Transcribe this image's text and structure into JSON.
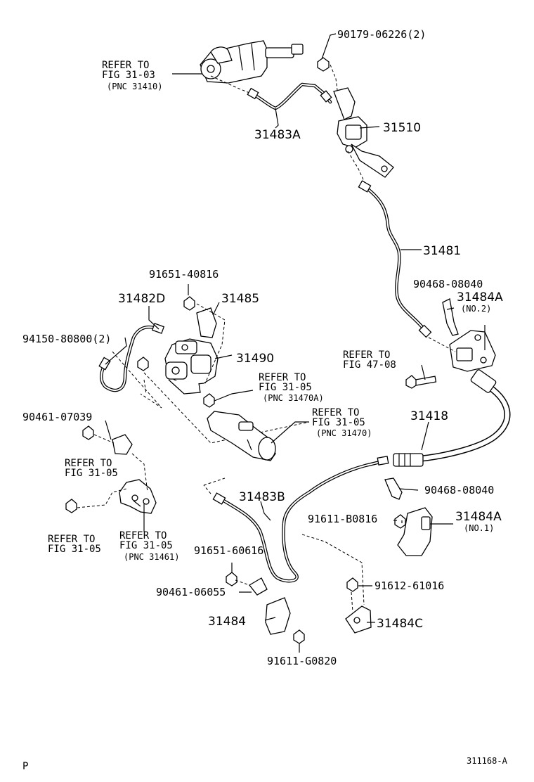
{
  "labels": {
    "p90179": "90179-06226(2)",
    "p31510": "31510",
    "p31483A": "31483A",
    "p31481": "31481",
    "p90468a": "90468-08040",
    "p31484A_no2": "31484A",
    "no2": "(NO.2)",
    "p91651_40816": "91651-40816",
    "p31482D": "31482D",
    "p31485": "31485",
    "p94150": "94150-80800(2)",
    "p31490": "31490",
    "p90461_07039": "90461-07039",
    "p31418": "31418",
    "p31483B": "31483B",
    "p90468b": "90468-08040",
    "p91611_B0816": "91611-B0816",
    "p31484A_no1": "31484A",
    "no1": "(NO.1)",
    "p91651_60616": "91651-60616",
    "p90461_06055": "90461-06055",
    "p91612": "91612-61016",
    "p31484": "31484",
    "p31484C": "31484C",
    "p91611_G0820": "91611-G0820"
  },
  "refers": {
    "r1": {
      "l1": "REFER TO",
      "l2": "FIG 31-03",
      "l3": "(PNC 31410)"
    },
    "r2": {
      "l1": "REFER TO",
      "l2": "FIG 47-08"
    },
    "r3": {
      "l1": "REFER TO",
      "l2": "FIG 31-05",
      "l3": "(PNC 31470A)"
    },
    "r4": {
      "l1": "REFER TO",
      "l2": "FIG 31-05",
      "l3": "(PNC 31470)"
    },
    "r5": {
      "l1": "REFER TO",
      "l2": "FIG 31-05"
    },
    "r6": {
      "l1": "REFER TO",
      "l2": "FIG 31-05"
    },
    "r7": {
      "l1": "REFER TO",
      "l2": "FIG 31-05",
      "l3": "(PNC 31461)"
    }
  },
  "footer": {
    "left": "P",
    "code": "311168-A"
  }
}
